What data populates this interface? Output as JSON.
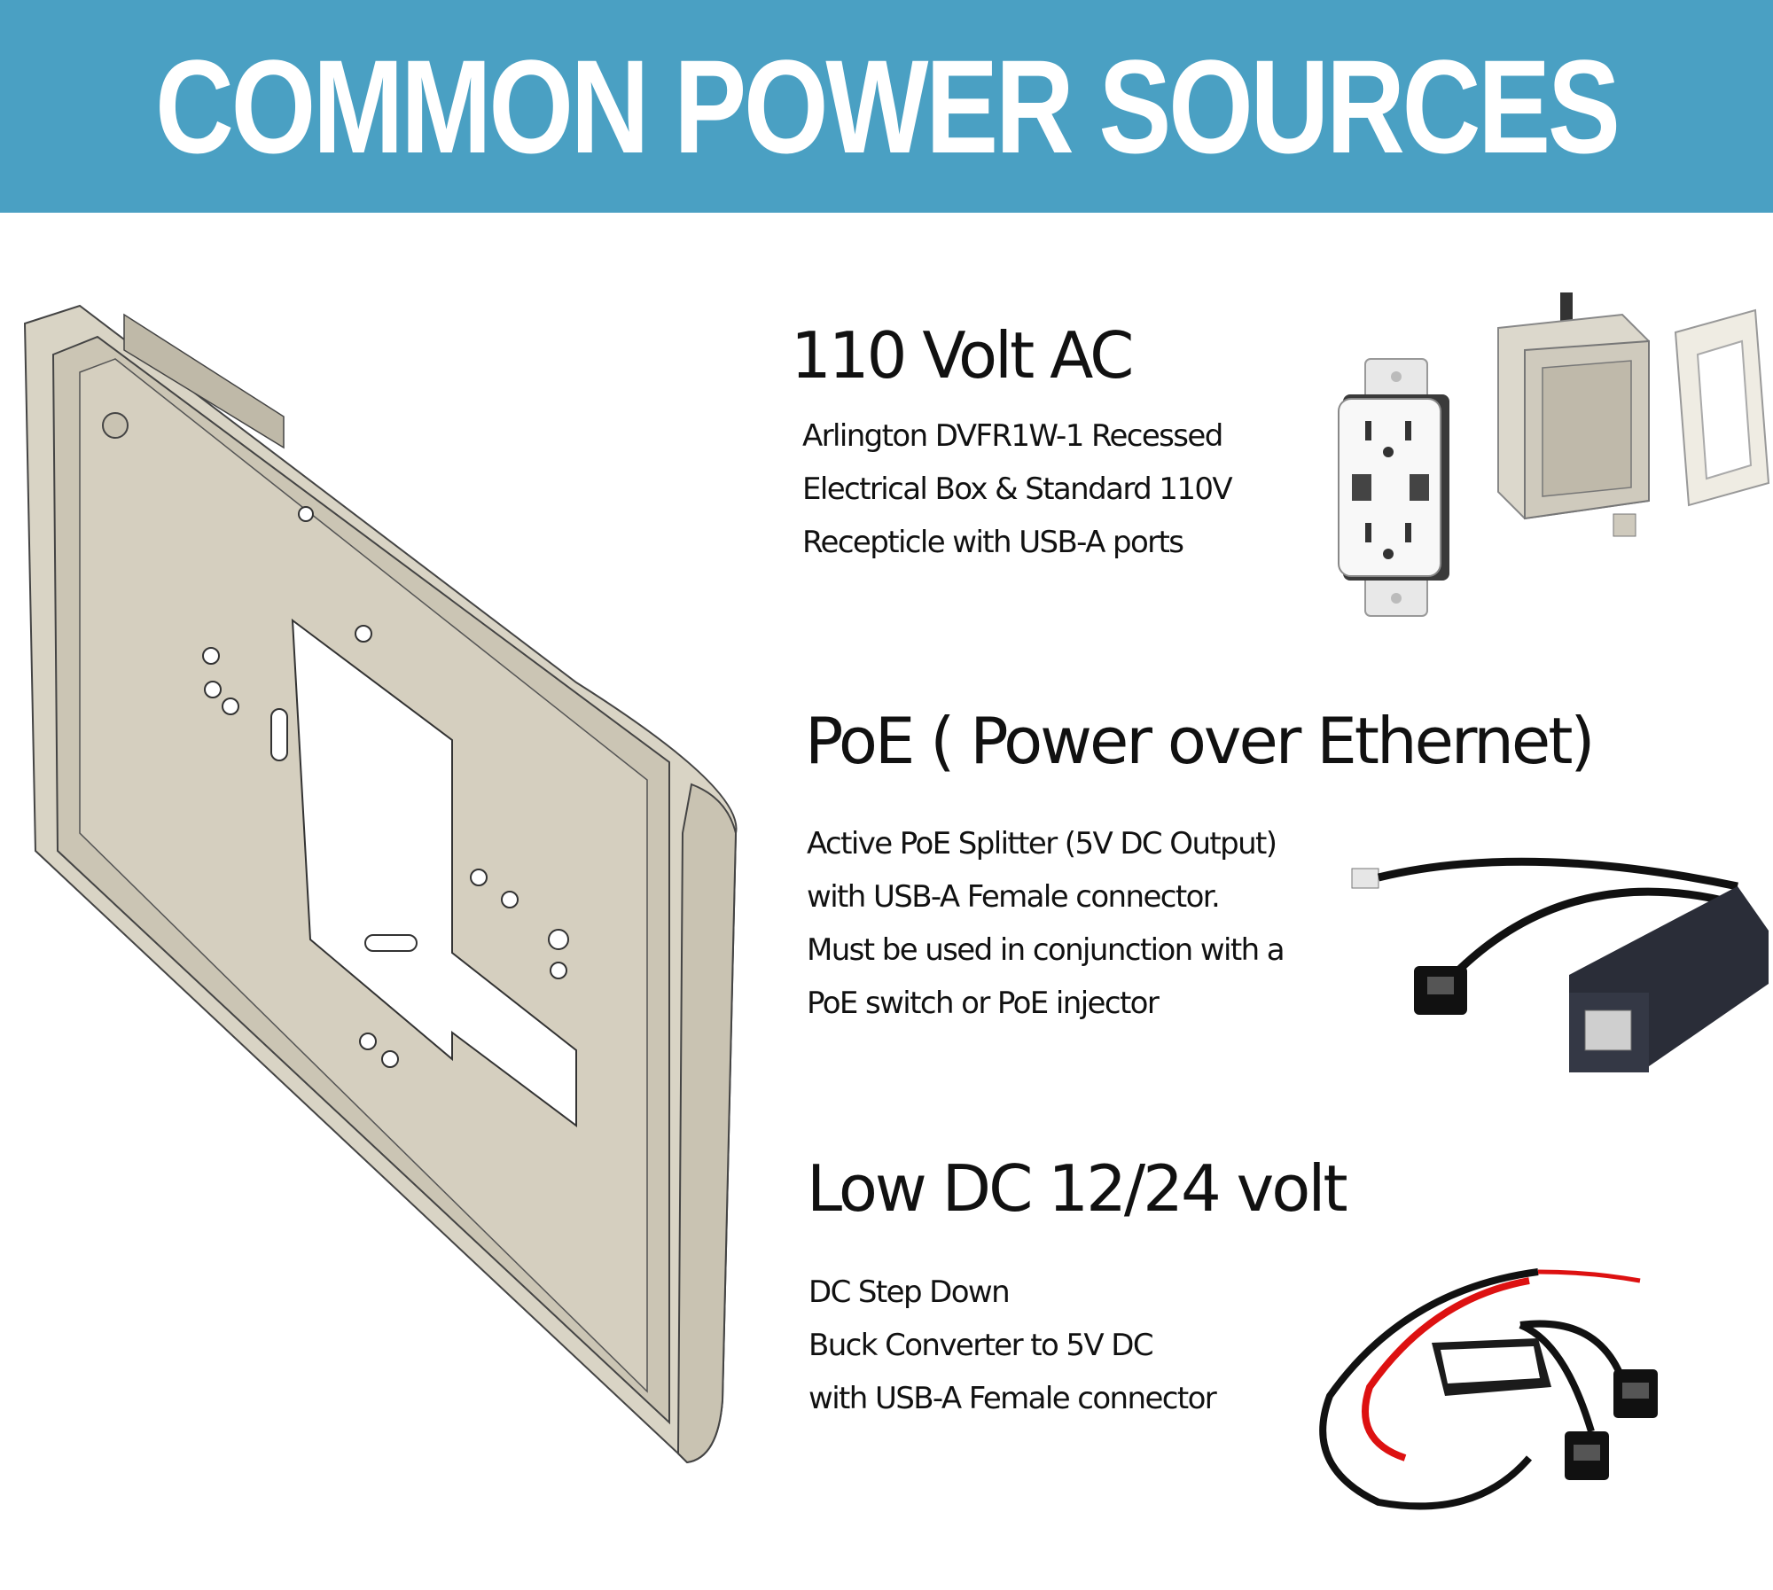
{
  "banner": {
    "title": "COMMON POWER SOURCES",
    "color": "#4aa0c3"
  },
  "sections": [
    {
      "heading": "110 Volt AC",
      "lines": [
        "Arlington DVFR1W-1 Recessed",
        "Electrical Box & Standard 110V",
        "Recepticle with USB-A ports"
      ],
      "images": [
        "usb-outlet-icon",
        "recessed-box-icon",
        "wall-plate-icon"
      ]
    },
    {
      "heading": "PoE ( Power over Ethernet)",
      "lines": [
        "Active PoE Splitter (5V DC Output)",
        "with USB-A Female connector.",
        "Must be used in conjunction with a",
        "PoE switch or PoE injector"
      ],
      "images": [
        "poe-splitter-icon"
      ]
    },
    {
      "heading": "Low DC 12/24 volt",
      "lines": [
        "DC Step Down",
        "Buck Converter to 5V DC",
        "with USB-A Female connector"
      ],
      "images": [
        "buck-converter-icon"
      ]
    }
  ]
}
